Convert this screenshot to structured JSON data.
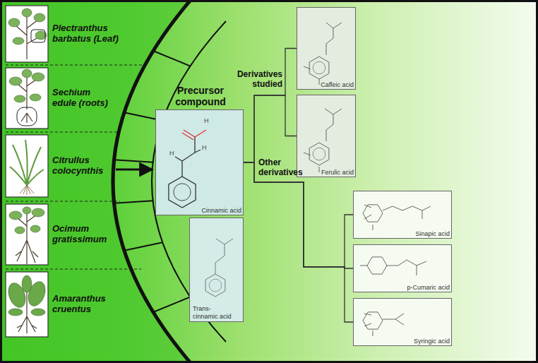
{
  "diagram": {
    "nodes": [
      {
        "text": [
          "Plectranthus barbatus (Leaf)"
        ]
      },
      {
        "text": [
          "Sechium edule (roots)"
        ]
      },
      {
        "text": [
          "Citrullus colocynthis"
        ]
      },
      {
        "text": [
          "Ocimum gratissimum"
        ]
      },
      {
        "text": [
          "Amaranthus cruentus"
        ]
      },
      {
        "text": [
          "Precursor compound",
          "Cinnamic acid"
        ]
      },
      {
        "text": [
          "Trans- cinnamic acid"
        ]
      },
      {
        "text": [
          "Caffeic acid"
        ]
      },
      {
        "text": [
          "Ferulic acid"
        ]
      },
      {
        "text": [
          "Sinapic acid"
        ]
      },
      {
        "text": [
          "p-Cumaric acid"
        ]
      },
      {
        "text": [
          "Syringic acid"
        ]
      }
    ],
    "edges": [
      {
        "from": 5,
        "to": 7,
        "arrow": "none"
      },
      {
        "from": 5,
        "to": 8,
        "arrow": "none"
      },
      {
        "from": 5,
        "to": 9,
        "arrow": "none"
      },
      {
        "from": 5,
        "to": 10,
        "arrow": "none"
      },
      {
        "from": 5,
        "to": 11,
        "arrow": "none"
      }
    ],
    "labels": [
      "Derivatives studied",
      "Other derivatives",
      "H",
      "H",
      "H"
    ]
  }
}
